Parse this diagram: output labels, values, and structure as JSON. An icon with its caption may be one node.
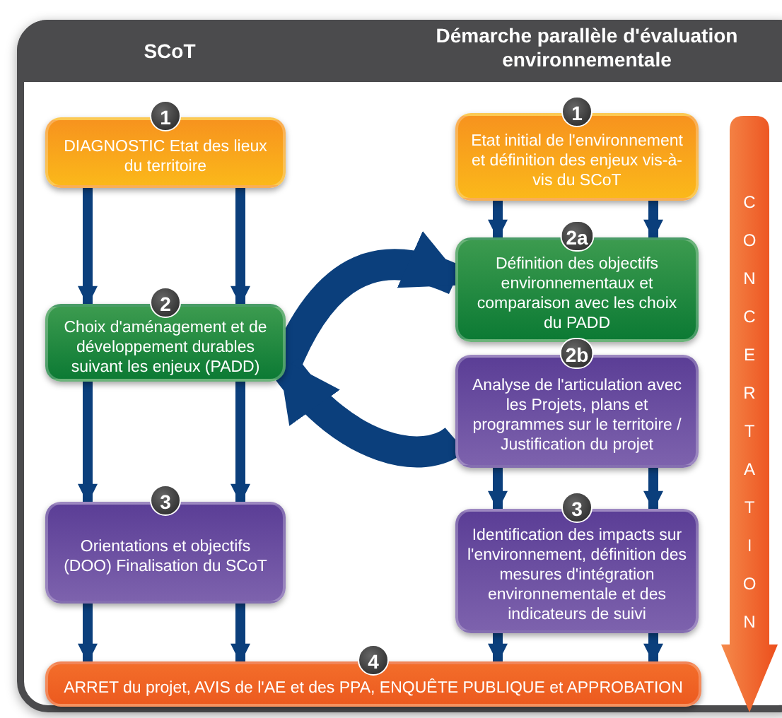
{
  "diagram": {
    "nodes": [
      {
        "text": [
          "1",
          "DIAGNOSTIC Etat des lieux du territoire"
        ]
      },
      {
        "text": [
          "2",
          "Choix d'aménagement et de développement durables suivant les enjeux (PADD)"
        ]
      },
      {
        "text": [
          "3",
          "Orientations et objectifs (DOO) Finalisation du SCoT"
        ]
      },
      {
        "text": [
          "1",
          "Etat initial de l'environnement et définition des enjeux vis-à-vis du SCoT"
        ]
      },
      {
        "text": [
          "2a",
          "Définition des objectifs environnementaux et comparaison avec les choix du PADD"
        ]
      },
      {
        "text": [
          "2b",
          "Analyse de l'articulation avec les Projets, plans et programmes sur le territoire / Justification du projet"
        ]
      },
      {
        "text": [
          "3",
          "Identification des impacts sur l'environnement, définition des mesures d'intégration environnementale et des indicateurs de suivi"
        ]
      },
      {
        "text": [
          "4",
          "ARRET du projet, AVIS de l'AE et des PPA, ENQUÊTE PUBLIQUE et APPROBATION"
        ]
      },
      {
        "text": [
          "CONCERTATION"
        ]
      }
    ],
    "edges": [
      {
        "from": 0,
        "to": 1,
        "arrow": "to"
      },
      {
        "from": 0,
        "to": 1,
        "arrow": "to"
      },
      {
        "from": 1,
        "to": 2,
        "arrow": "to"
      },
      {
        "from": 1,
        "to": 2,
        "arrow": "to"
      },
      {
        "from": 2,
        "to": 7,
        "arrow": "to"
      },
      {
        "from": 2,
        "to": 7,
        "arrow": "to"
      },
      {
        "from": 3,
        "to": 4,
        "arrow": "to"
      },
      {
        "from": 3,
        "to": 4,
        "arrow": "to"
      },
      {
        "from": 5,
        "to": 6,
        "arrow": "to"
      },
      {
        "from": 5,
        "to": 6,
        "arrow": "to"
      },
      {
        "from": 6,
        "to": 7,
        "arrow": "to"
      },
      {
        "from": 6,
        "to": 7,
        "arrow": "to"
      },
      {
        "from": 1,
        "to": 4,
        "arrow": "to",
        "style": "thick"
      },
      {
        "from": 5,
        "to": 1,
        "arrow": "to",
        "style": "thick"
      }
    ],
    "labels": [
      "SCoT",
      "Démarche parallèle d'évaluation environnementale"
    ]
  }
}
